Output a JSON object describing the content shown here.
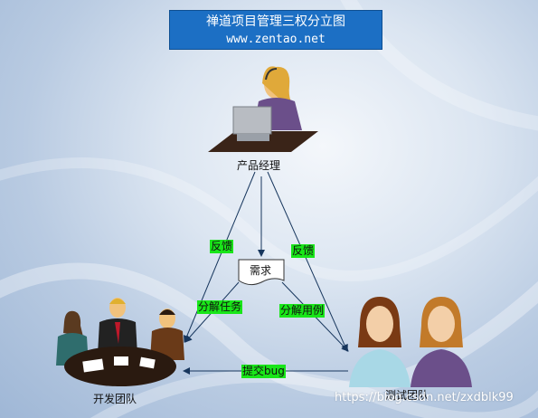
{
  "title": {
    "line1": "禅道项目管理三权分立图",
    "line2": "www.zentao.net"
  },
  "nodes": {
    "pm": "产品经理",
    "dev": "开发团队",
    "test": "测试团队",
    "requirement": "需求"
  },
  "edges": {
    "feedback_left": "反馈",
    "feedback_right": "反馈",
    "split_task": "分解任务",
    "split_case": "分解用例",
    "submit_bug": "提交bug"
  },
  "watermark": "https://blog.csdn.net/zxdblk99",
  "colors": {
    "title_bg": "#1c6fc4",
    "tag_bg": "#19e619",
    "arrow": "#17365d"
  }
}
